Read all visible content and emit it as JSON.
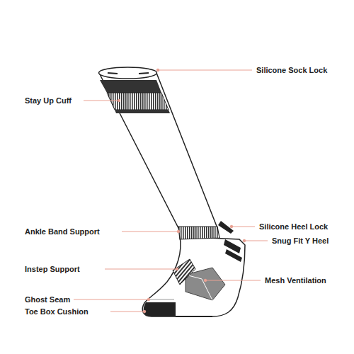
{
  "diagram": {
    "labels": [
      "Silicone Sock Lock",
      "Stay Up Cuff",
      "Ankle Band Support",
      "Silicone Heel Lock",
      "Snug Fit Y Heel",
      "Instep Support",
      "Mesh Ventilation",
      "Ghost Seam",
      "Toe Box Cushion"
    ]
  }
}
